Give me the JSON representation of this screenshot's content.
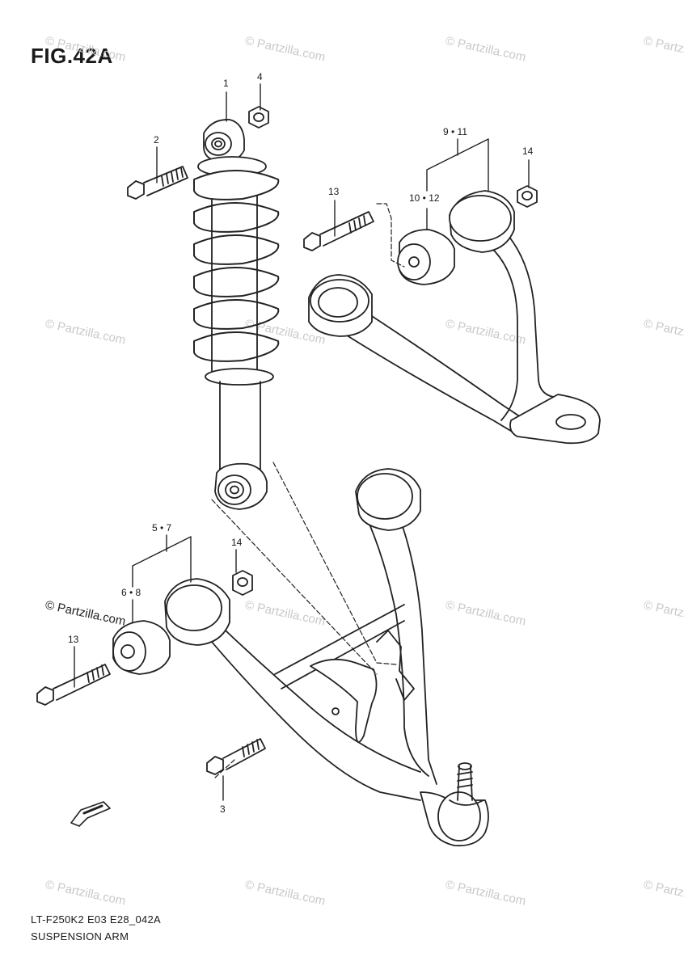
{
  "figure": {
    "title": "FIG.42A"
  },
  "footer": {
    "code": "LT-F250K2 E03 E28_042A",
    "name": "SUSPENSION ARM"
  },
  "watermark": {
    "text": "© Partzilla.com"
  },
  "callouts": {
    "p1": "1",
    "p2": "2",
    "p3": "3",
    "p4": "4",
    "p5_7": "5 • 7",
    "p6_8": "6 • 8",
    "p9_11": "9 • 11",
    "p10_12": "10 • 12",
    "p13a": "13",
    "p13b": "13",
    "p14a": "14",
    "p14b": "14"
  },
  "icons": {
    "fwd": "fwd-arrow-icon"
  }
}
